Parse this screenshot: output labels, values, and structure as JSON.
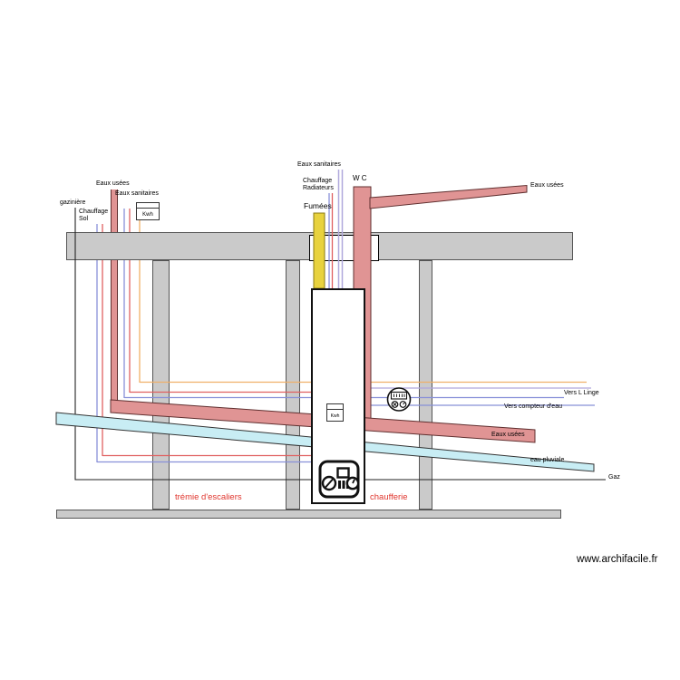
{
  "colors": {
    "gray": "#cacaca",
    "pipe_pink": "#e09494",
    "pipe_pink_border": "#5f2f2f",
    "pipe_blue": "#c8edf4",
    "pipe_yellow": "#e8d23e",
    "pipe_yellow_border": "#8a7a12",
    "line_blue": "#8890d8",
    "line_red": "#e06060",
    "line_orange": "#f0b068",
    "line_lavender": "#b0a8dc",
    "line_black": "#222222",
    "red_text": "#e0362e"
  },
  "labels": {
    "left": {
      "eaux_usees": "Eaux usées",
      "eaux_sanitaires": "Eaux sanitaires",
      "gaziniere": "gazinière",
      "chauffage_sol": "Chauffage\nSol",
      "kwh": "Kwh"
    },
    "top": {
      "eaux_sanitaires": "Eaux sanitaires",
      "chauffage_radiateurs": "Chauffage\nRadiateurs",
      "fumees": "Fumées",
      "wc": "W C",
      "eaux_usees_right": "Eaux usées"
    },
    "right": {
      "vers_l_linge": "Vers L Linge",
      "vers_compteur": "Vers compteur d'eau",
      "eaux_usees": "Eaux usées",
      "eau_pluviale": "eau pluviale",
      "gaz": "Gaz"
    },
    "rooms": {
      "tremie": "trémie d'escaliers",
      "chaufferie": "chaufferie"
    },
    "boiler_kwh": "Kwh"
  },
  "watermark": "www.archifacile.fr"
}
